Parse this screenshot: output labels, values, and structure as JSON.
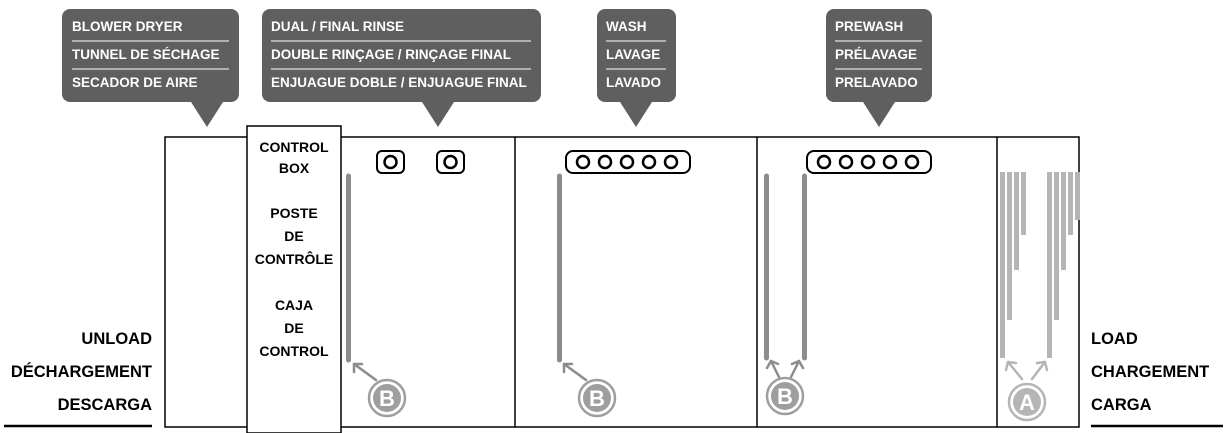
{
  "callouts": {
    "blower_dryer": [
      "BLOWER DRYER",
      "TUNNEL DE SÉCHAGE",
      "SECADOR DE AIRE"
    ],
    "dual_final_rinse": [
      "DUAL / FINAL RINSE",
      "DOUBLE RINÇAGE / RINÇAGE FINAL",
      "ENJUAGUE DOBLE / ENJUAGUE FINAL"
    ],
    "wash": [
      "WASH",
      "LAVAGE",
      "LAVADO"
    ],
    "prewash": [
      "PREWASH",
      "PRÉLAVAGE",
      "PRELAVADO"
    ]
  },
  "control_box": {
    "english": [
      "CONTROL",
      "BOX"
    ],
    "french": [
      "POSTE",
      "DE",
      "CONTRÔLE"
    ],
    "spanish": [
      "CAJA",
      "DE",
      "CONTROL"
    ]
  },
  "unload": [
    "UNLOAD",
    "DÉCHARGEMENT",
    "DESCARGA"
  ],
  "load": [
    "LOAD",
    "CHARGEMENT",
    "CARGA"
  ],
  "badges": {
    "rinse": "B",
    "wash": "B",
    "prewash": "B",
    "load": "A"
  },
  "colors": {
    "callout_bg": "#5f5f5f",
    "pipe": "#8c8c8c",
    "pipe_light": "#b5b5b5",
    "badge": "#9e9e9e",
    "outline": "#000000"
  }
}
